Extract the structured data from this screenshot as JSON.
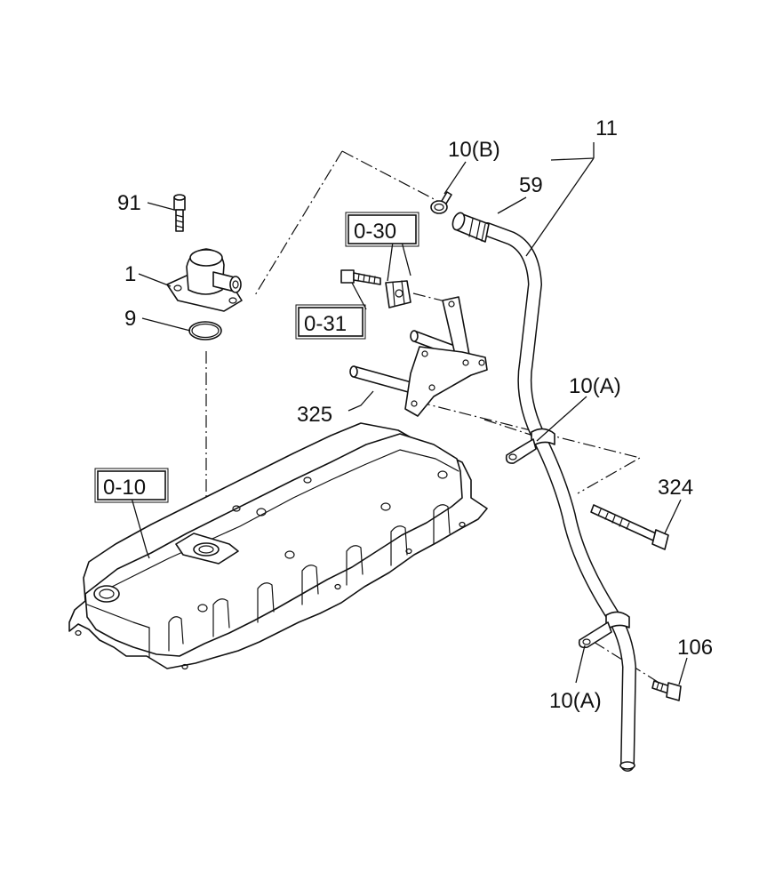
{
  "labels": {
    "p91": "91",
    "p1": "1",
    "p9": "9",
    "p10b": "10(B)",
    "p11": "11",
    "p59": "59",
    "p030": "0-30",
    "p031": "0-31",
    "p325": "325",
    "p010": "0-10",
    "p10a_upper": "10(A)",
    "p324": "324",
    "p106": "106",
    "p10a_lower": "10(A)"
  }
}
